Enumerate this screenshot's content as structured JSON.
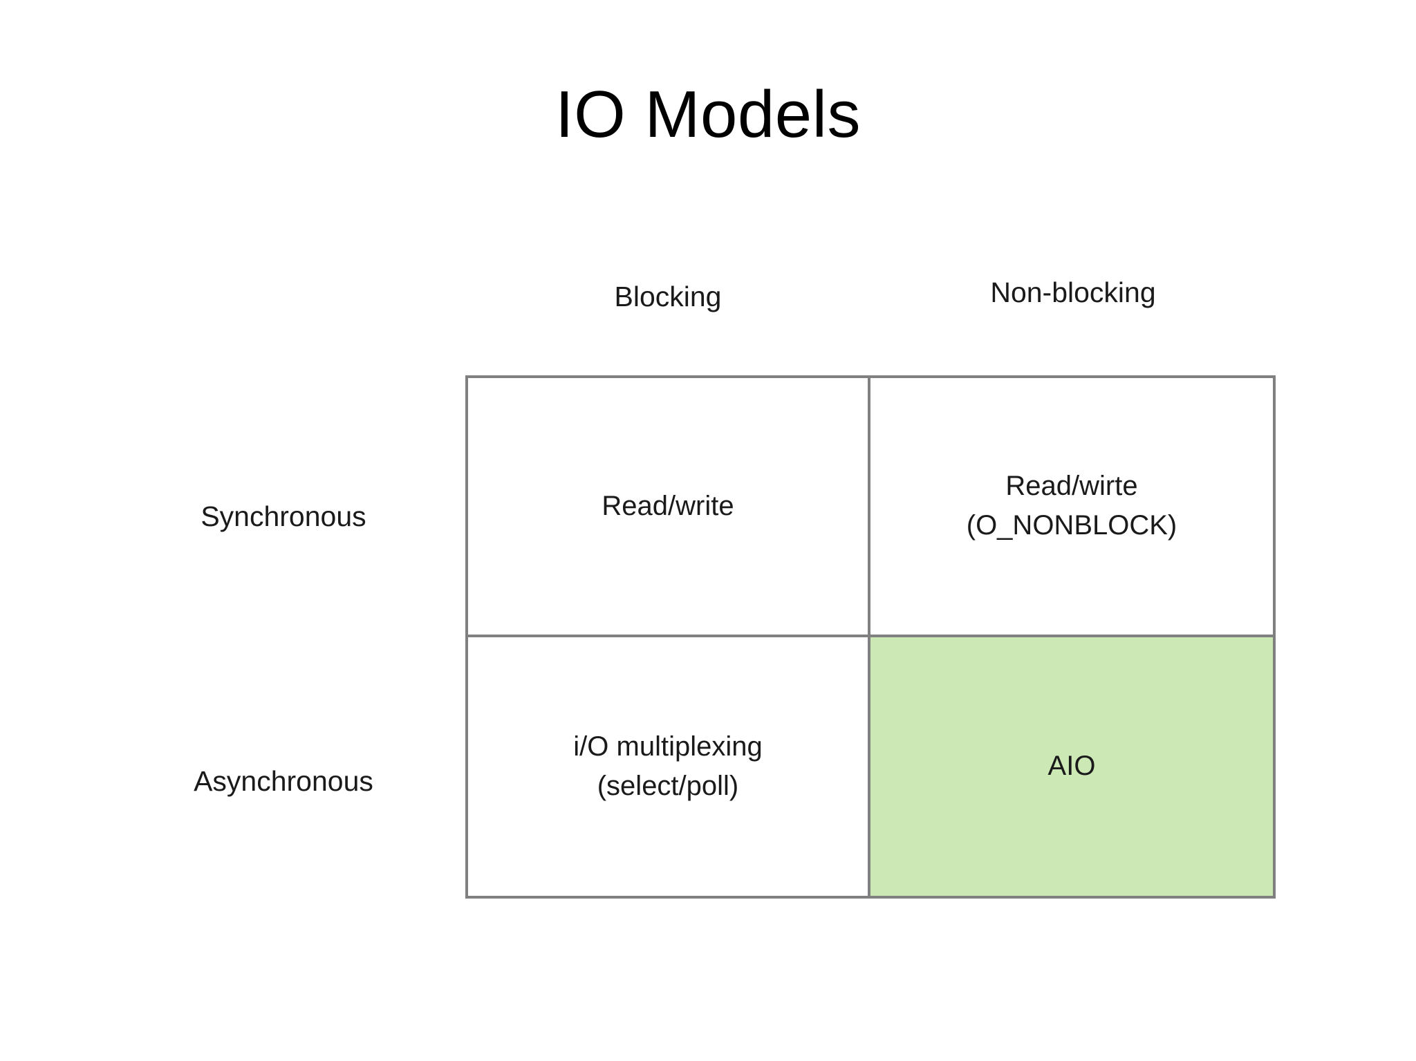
{
  "slide": {
    "title": "IO Models",
    "background_color": "#ffffff",
    "text_color": "#1a1a1a",
    "border_color": "#808080",
    "highlight_color": "#cbe8b5"
  },
  "matrix": {
    "column_headers": [
      {
        "label": "Blocking"
      },
      {
        "label": "Non-blocking"
      }
    ],
    "row_headers": [
      {
        "label": "Synchronous"
      },
      {
        "label": "Asynchronous"
      }
    ],
    "cells": [
      {
        "row": "Synchronous",
        "column": "Blocking",
        "lines": [
          "Read/write"
        ],
        "highlighted": false
      },
      {
        "row": "Synchronous",
        "column": "Non-blocking",
        "lines": [
          "Read/wirte",
          "(O_NONBLOCK)"
        ],
        "highlighted": false
      },
      {
        "row": "Asynchronous",
        "column": "Blocking",
        "lines": [
          "i/O multiplexing",
          "(select/poll)"
        ],
        "highlighted": false
      },
      {
        "row": "Asynchronous",
        "column": "Non-blocking",
        "lines": [
          "AIO"
        ],
        "highlighted": true
      }
    ]
  }
}
